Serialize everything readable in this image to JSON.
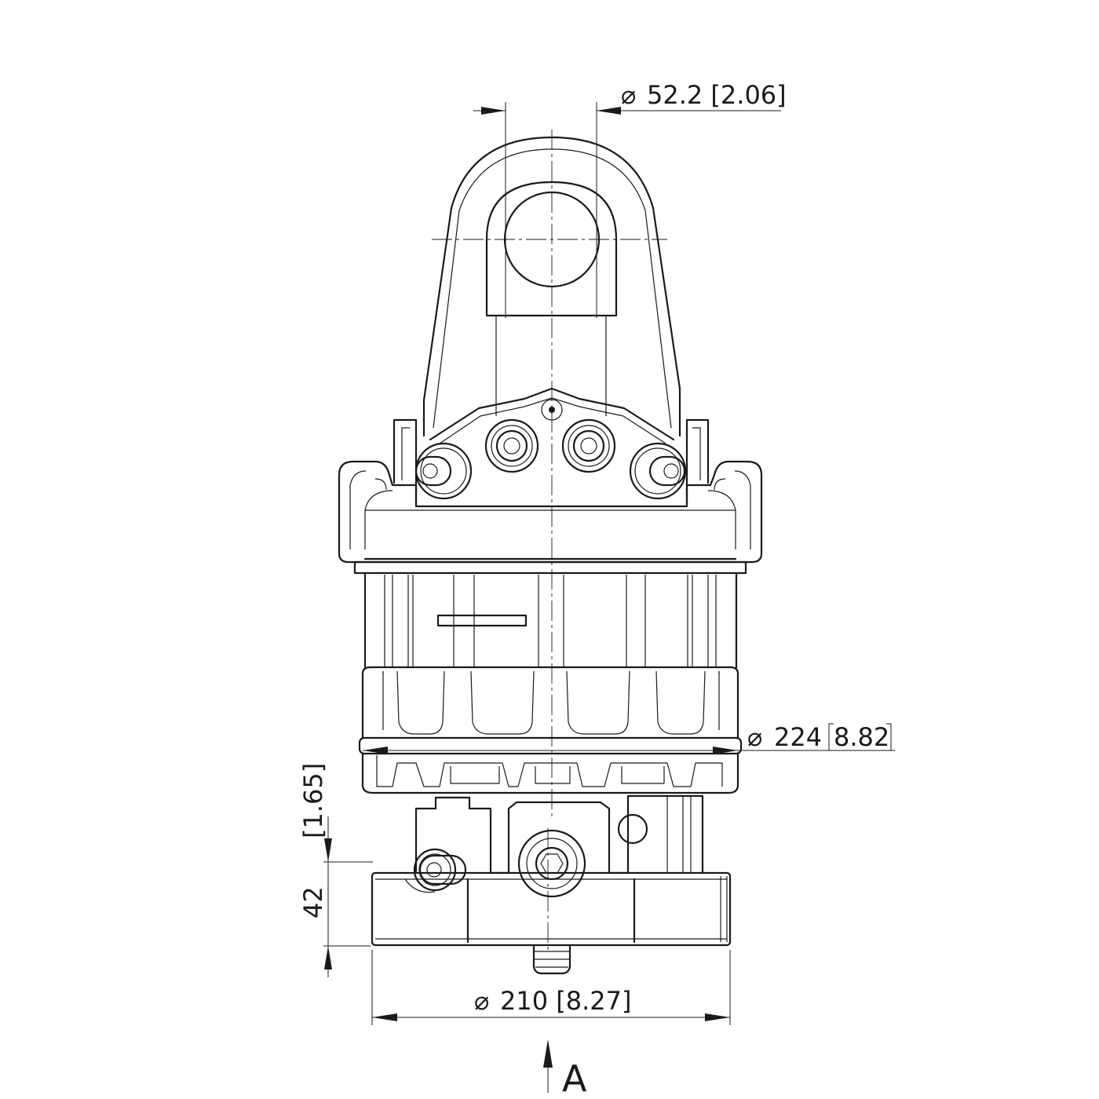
{
  "dimensions": {
    "pin_diameter": {
      "symbol": "⌀",
      "value": "52.2 [2.06]"
    },
    "housing_diameter": {
      "symbol": "⌀",
      "value": "224",
      "inch": "8.82"
    },
    "flange_height": {
      "value": "42",
      "inch": "[1.65]"
    },
    "flange_diameter": {
      "symbol": "⌀",
      "value": "210 [8.27]"
    }
  },
  "view_label": "A"
}
